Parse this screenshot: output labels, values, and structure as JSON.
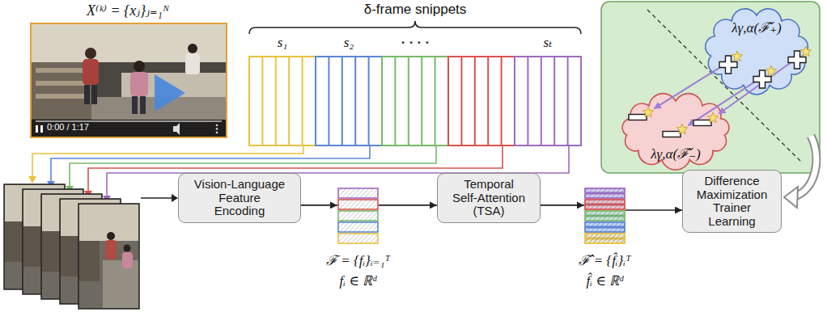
{
  "diagram": {
    "nodes": [
      {
        "text": [
          "Vision-Language Feature Encoding"
        ]
      },
      {
        "text": [
          "ℱ = {fᵢ}ᵢ₌₁ᵀ",
          "fᵢ ∈ ℝᵈ"
        ]
      },
      {
        "text": [
          "Temporal Self-Attention (TSA)"
        ]
      },
      {
        "text": [
          "ℱ̂ = {f̂ᵢ}ᵢᵀ",
          "f̂ᵢ ∈ ℝᵈ"
        ]
      },
      {
        "text": [
          "Difference Maximization Trainer Learning"
        ]
      },
      {
        "text": [
          "λγ,α(ℱ̌₊)"
        ]
      },
      {
        "text": [
          "λγ,α(ℱ̌₋)"
        ]
      }
    ],
    "edges": [
      {
        "from": 0,
        "to": 1,
        "arrow": "to"
      },
      {
        "from": 1,
        "to": 2,
        "arrow": "to"
      },
      {
        "from": 2,
        "to": 3,
        "arrow": "to"
      },
      {
        "from": 3,
        "to": 4,
        "arrow": "to"
      }
    ],
    "labels": [
      "X⁽ᵏ⁾ = {xⱼ}ⱼ₌₁ᴺ",
      "0:00 / 1:17",
      "δ-frame snippets",
      "s₁",
      "s₂",
      "· · · ·",
      "sₜ"
    ]
  }
}
